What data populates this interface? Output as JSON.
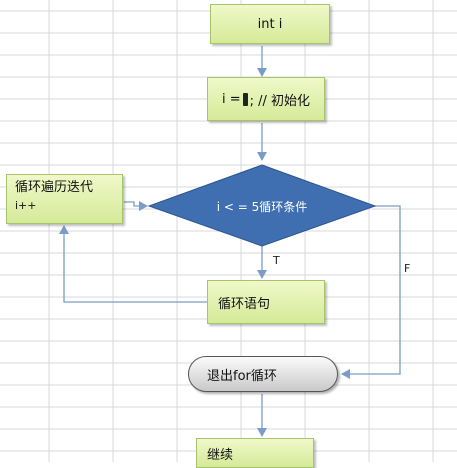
{
  "nodes": {
    "declare": "int  i",
    "init_prefix": "i = ",
    "init_suffix": " ; // 初始化",
    "condition": "i < = 5循环条件",
    "iterate_line1": "循环遍历迭代",
    "iterate_line2": "i++",
    "body": "循环语句",
    "exit": "退出for循环",
    "continue": "继续"
  },
  "edge_labels": {
    "true": "T",
    "false": "F"
  },
  "colors": {
    "box_fill": "#e3f0b0",
    "box_border": "#a6c46e",
    "diamond_fill": "#3f6fb0",
    "arrow": "#7a9cc6",
    "grid": "#d9d9d9"
  }
}
